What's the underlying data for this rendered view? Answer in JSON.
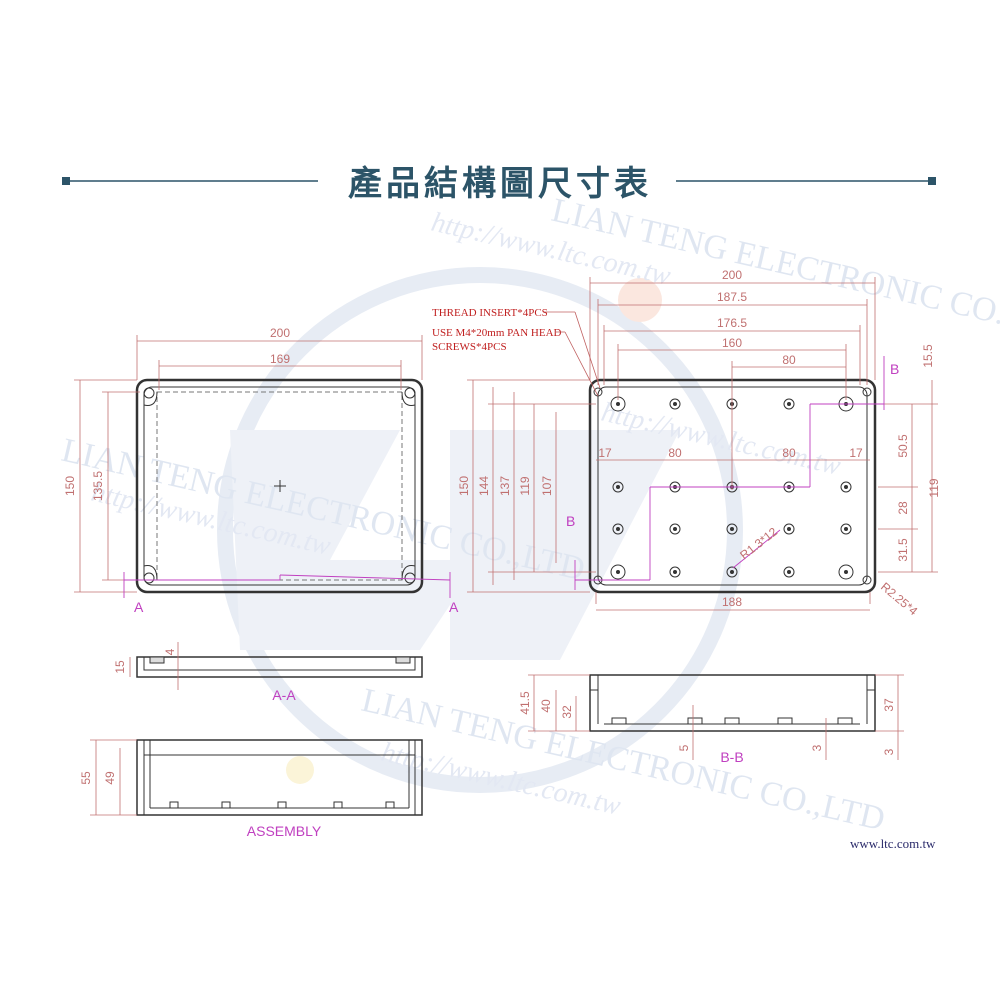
{
  "header": {
    "title": "產品結構圖尺寸表",
    "accent_color": "#2c5468"
  },
  "watermark": {
    "company": "LIAN TENG ELECTRONIC CO.,LTD",
    "url": "http://www.ltc.com.tw"
  },
  "footer": {
    "url": "www.ltc.com.tw"
  },
  "notes": {
    "thread_insert": "THREAD INSERT*4PCS",
    "screws_line1": "USE M4*20mm PAN HEAD",
    "screws_line2": "SCREWS*4PCS"
  },
  "sections": {
    "aa_label": "A-A",
    "bb_label": "B-B",
    "assembly_label": "ASSEMBLY",
    "a_marker": "A",
    "b_marker": "B"
  },
  "top_view": {
    "width_overall": "200",
    "width_inner": "169",
    "height_overall": "150",
    "height_inner": "135.5"
  },
  "bottom_view": {
    "width_overall": "200",
    "width_1": "187.5",
    "width_2": "176.5",
    "width_3": "160",
    "width_4": "80",
    "width_bottom": "188",
    "spacing_17a": "17",
    "spacing_80a": "80",
    "spacing_80b": "80",
    "spacing_17b": "17",
    "height_150": "150",
    "height_144": "144",
    "height_137": "137",
    "height_119": "119",
    "height_107": "107",
    "right_15_5": "15.5",
    "right_50_5": "50.5",
    "right_119": "119",
    "right_28": "28",
    "right_31_5": "31.5",
    "radius_inner": "R1.3*12",
    "radius_corner": "R2.25*4"
  },
  "section_aa": {
    "height": "15",
    "wall": "4"
  },
  "assembly": {
    "height_total": "55",
    "height_body": "49"
  },
  "section_bb": {
    "h41_5": "41.5",
    "h40": "40",
    "h32": "32",
    "h5": "5",
    "h3a": "3",
    "h37": "37",
    "h3b": "3"
  }
}
